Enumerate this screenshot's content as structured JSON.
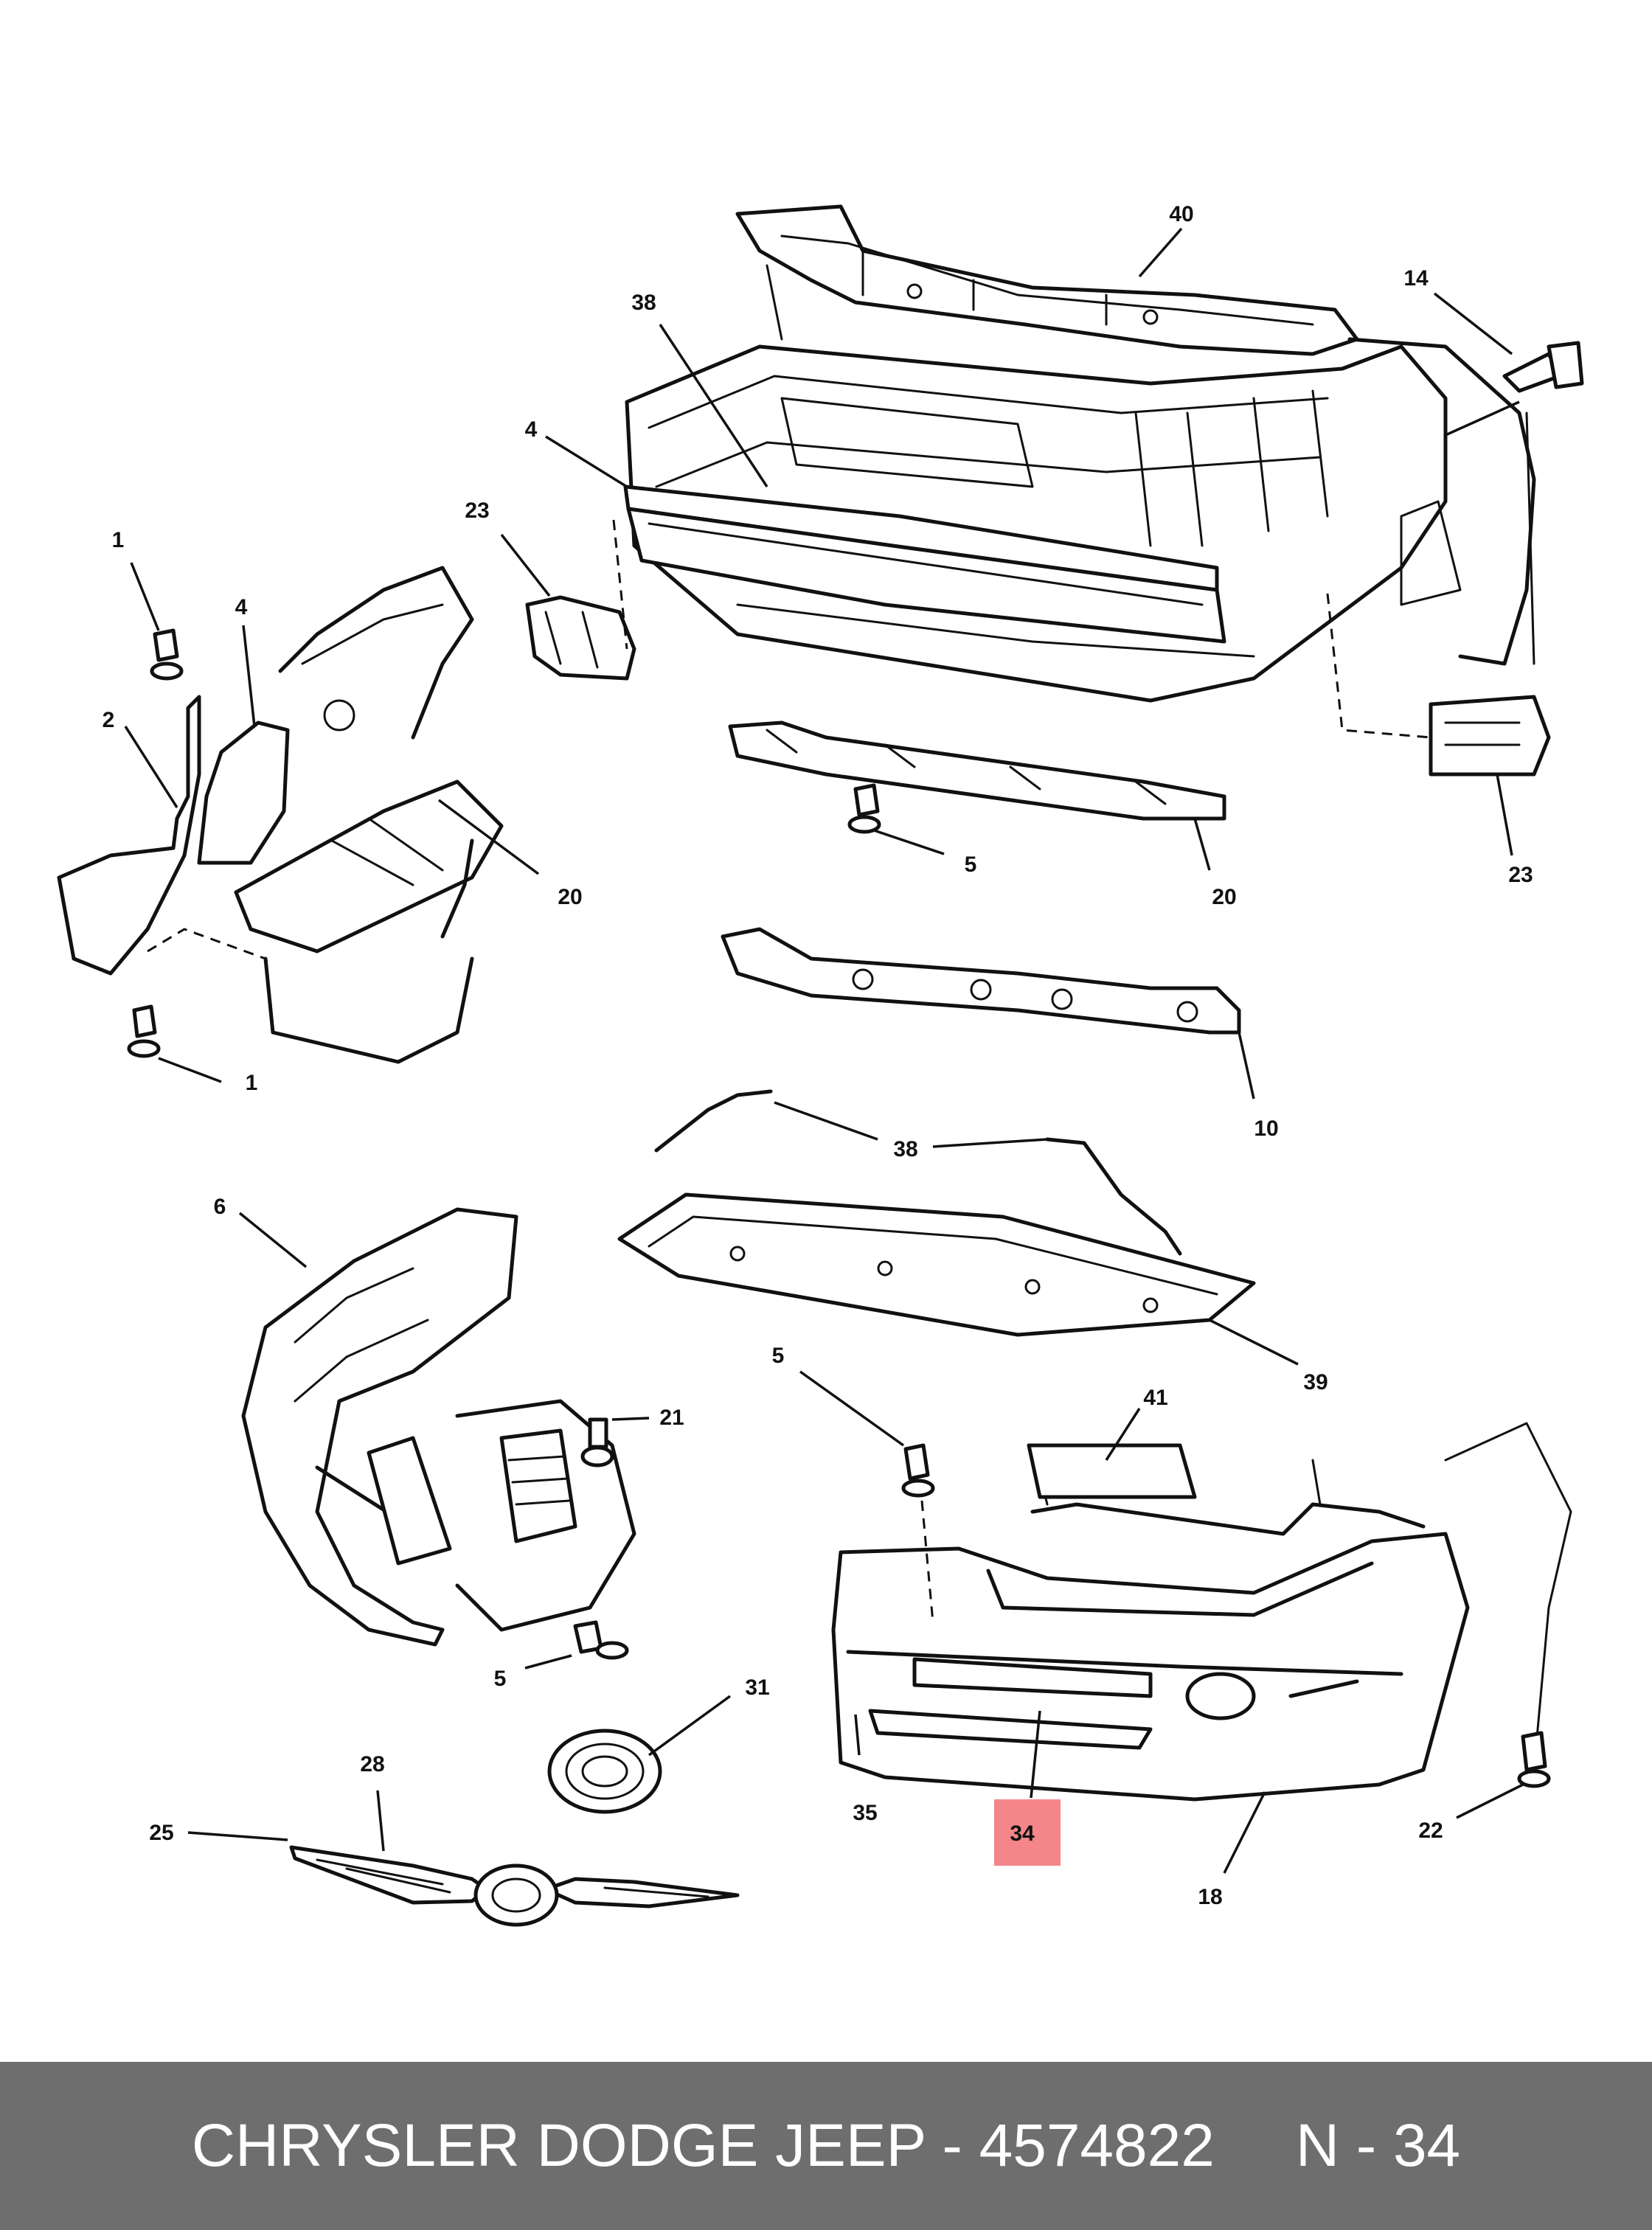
{
  "callouts": [
    {
      "id": "c40",
      "label": "40"
    },
    {
      "id": "c14",
      "label": "14"
    },
    {
      "id": "c38a",
      "label": "38"
    },
    {
      "id": "c4a",
      "label": "4"
    },
    {
      "id": "c23a",
      "label": "23"
    },
    {
      "id": "c1a",
      "label": "1"
    },
    {
      "id": "c4b",
      "label": "4"
    },
    {
      "id": "c2",
      "label": "2"
    },
    {
      "id": "c20a",
      "label": "20"
    },
    {
      "id": "c1b",
      "label": "1"
    },
    {
      "id": "c5a",
      "label": "5"
    },
    {
      "id": "c20b",
      "label": "20"
    },
    {
      "id": "c23b",
      "label": "23"
    },
    {
      "id": "c10",
      "label": "10"
    },
    {
      "id": "c38b",
      "label": "38"
    },
    {
      "id": "c6",
      "label": "6"
    },
    {
      "id": "c39",
      "label": "39"
    },
    {
      "id": "c5b",
      "label": "5"
    },
    {
      "id": "c21",
      "label": "21"
    },
    {
      "id": "c41",
      "label": "41"
    },
    {
      "id": "c5c",
      "label": "5"
    },
    {
      "id": "c31",
      "label": "31"
    },
    {
      "id": "c28",
      "label": "28"
    },
    {
      "id": "c25",
      "label": "25"
    },
    {
      "id": "c35",
      "label": "35"
    },
    {
      "id": "c34",
      "label": "34"
    },
    {
      "id": "c22",
      "label": "22"
    },
    {
      "id": "c18",
      "label": "18"
    }
  ],
  "highlight": {
    "label": "34",
    "color": "#f4868a"
  },
  "footer": {
    "brand_part": "CHRYSLER DODGE JEEP - 4574822",
    "ref": "N - 34",
    "background": "#6e6e6e"
  }
}
